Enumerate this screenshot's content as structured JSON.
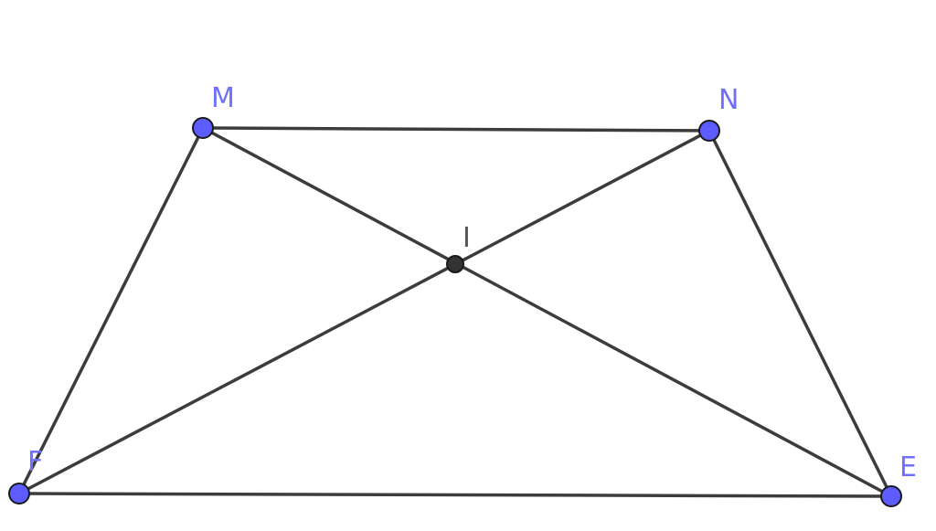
{
  "colors": {
    "segment": "#3c3c3c",
    "free_point_fill": "#5c5cff",
    "free_point_label": "#7070ff",
    "dependent_point_fill": "#333333",
    "dependent_point_label": "#555555"
  },
  "points": {
    "M": {
      "label": "M"
    },
    "N": {
      "label": "N"
    },
    "I": {
      "label": "I"
    },
    "F": {
      "label": "F"
    },
    "E": {
      "label": "E"
    }
  },
  "segments": [
    [
      "M",
      "N"
    ],
    [
      "N",
      "E"
    ],
    [
      "E",
      "F"
    ],
    [
      "F",
      "M"
    ],
    [
      "M",
      "E"
    ],
    [
      "N",
      "F"
    ]
  ]
}
